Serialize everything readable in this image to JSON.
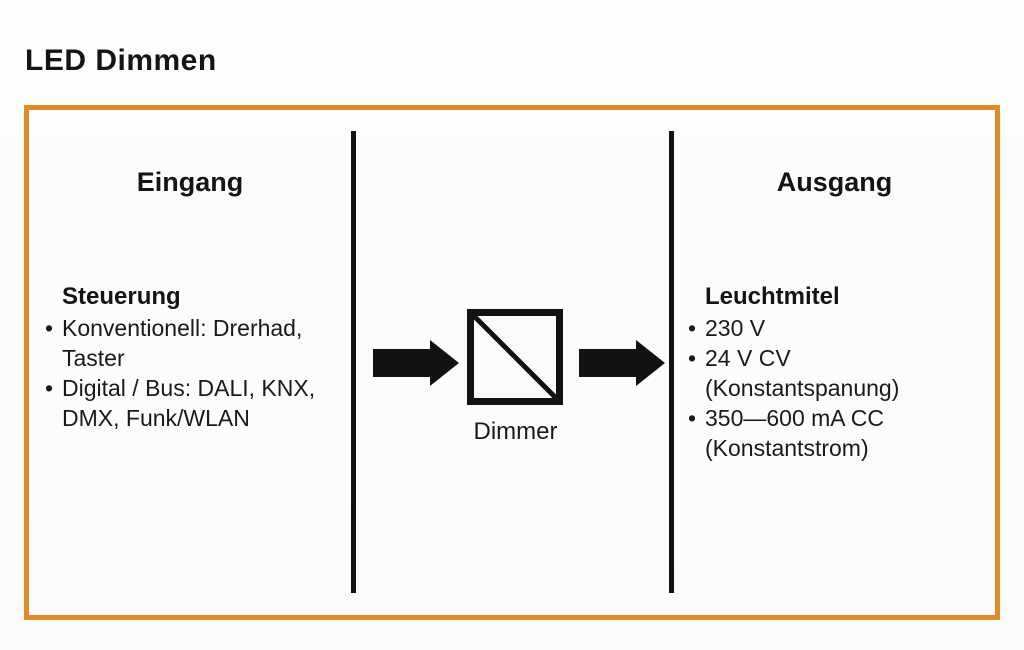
{
  "title": "LED Dimmen",
  "bullet_glyph": "•",
  "colors": {
    "frame_orange": "#E08A2E",
    "diagram_black": "#121212",
    "text": "#1a1a1a"
  },
  "diagram": {
    "input": {
      "header": "Eingang",
      "section_title": "Steuerung",
      "bullets": [
        "Konventionell: Drerhad,\nTaster",
        "Digital / Bus: DALI, KNX,\nDMX, Funk/WLAN"
      ]
    },
    "center": {
      "symbol_label": "Dimmer"
    },
    "output": {
      "header": "Ausgang",
      "section_title": "Leuchtmitel",
      "bullets": [
        "230 V",
        "24 V CV (Konstantspanung)",
        "350—600 mA CC\n(Konstantstrom)"
      ]
    }
  }
}
